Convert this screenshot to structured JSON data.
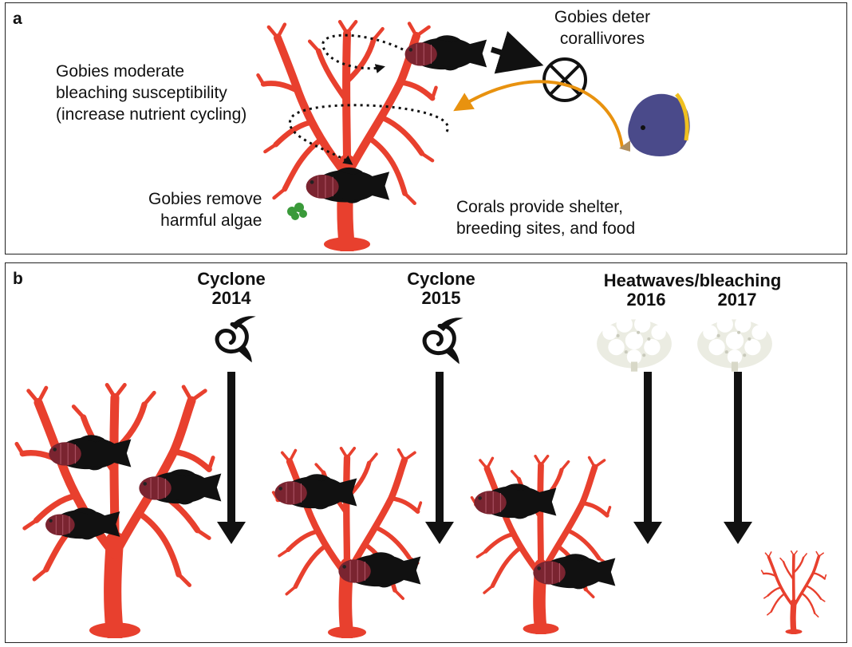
{
  "panel_a": {
    "letter": "a",
    "texts": {
      "deter": [
        "Gobies deter",
        "corallivores"
      ],
      "bleaching": [
        "Gobies moderate",
        "bleaching susceptibility",
        "(increase nutrient cycling)"
      ],
      "algae": [
        "Gobies remove",
        "harmful algae"
      ],
      "shelter": [
        "Corals provide shelter,",
        "breeding sites, and food"
      ]
    }
  },
  "panel_b": {
    "letter": "b",
    "events": [
      {
        "label": "Cyclone",
        "year": "2014",
        "icon": "cyclone-icon"
      },
      {
        "label": "Cyclone",
        "year": "2015",
        "icon": "cyclone-icon"
      },
      {
        "label": "Heatwaves/bleaching",
        "year": "2016",
        "icon": "bleached-coral-icon"
      },
      {
        "label": "",
        "year": "2017",
        "icon": "bleached-coral-icon"
      }
    ]
  },
  "colors": {
    "coral": "#e8402e",
    "goby": "#111111",
    "goby_head": "#7a2430",
    "algae": "#3a9a3a",
    "orange_arrow": "#e8920f",
    "butterflyfish": "#4a4a8a",
    "bleached": "#f1f1e8"
  }
}
